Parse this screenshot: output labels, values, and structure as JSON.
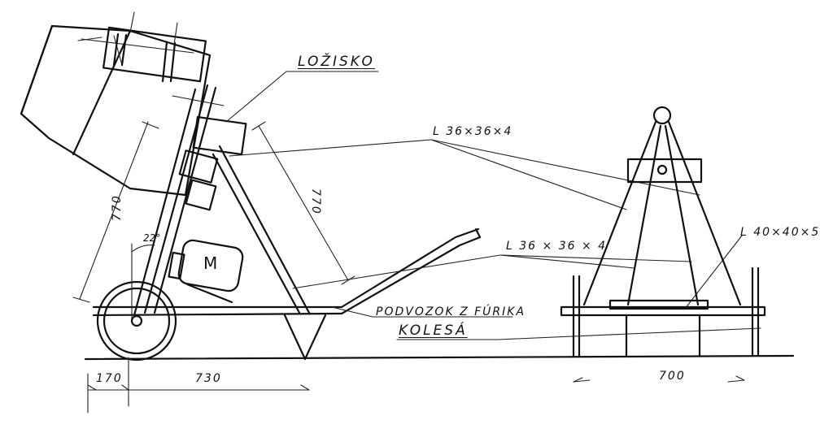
{
  "labels": {
    "lozisko": "LOŽISKO",
    "angle_top": "L 36×36×4",
    "angle_mid": "L 36 × 36 × 4",
    "angle_right": "L 40×40×5",
    "motor": "M",
    "chassis": "PODVOZOK Z FÚRIKA",
    "wheels": "KOLESÁ",
    "angle_deg": "22°"
  },
  "dimensions": {
    "drum_length": "770",
    "arm_length": "770",
    "rear_offset": "170",
    "wheelbase": "730",
    "stand_width": "700"
  }
}
